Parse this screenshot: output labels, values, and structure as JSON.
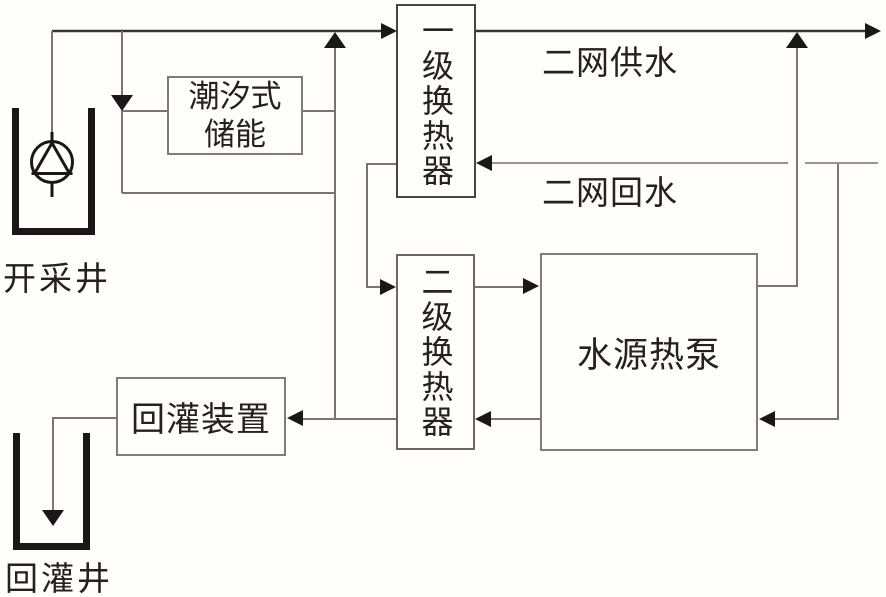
{
  "diagram": {
    "title": "geothermal-tidal-storage-heating-system-flow-diagram",
    "boxes": {
      "tidal_storage": {
        "line1": "潮汐式",
        "line2": "储能"
      },
      "primary_heat_exchanger": "一级换热器",
      "secondary_heat_exchanger": "二级换热器",
      "heat_pump": "水源热泵",
      "reinjection_device": "回灌装置"
    },
    "labels": {
      "secondary_network_supply": "二网供水",
      "secondary_network_return": "二网回水",
      "production_well": "开采井",
      "reinjection_well": "回灌井"
    },
    "icons": [
      "pump-icon",
      "production-well-icon",
      "reinjection-well-icon",
      "flow-arrow-icons"
    ],
    "colors": {
      "background": "#fffefa",
      "flow_line": "#7d7373",
      "supply_line_dark": "#3a3434",
      "return_line_light": "#9c9292",
      "arrow_and_well": "#1c1717",
      "box_border": "#837a7a",
      "text": "#262020"
    }
  }
}
